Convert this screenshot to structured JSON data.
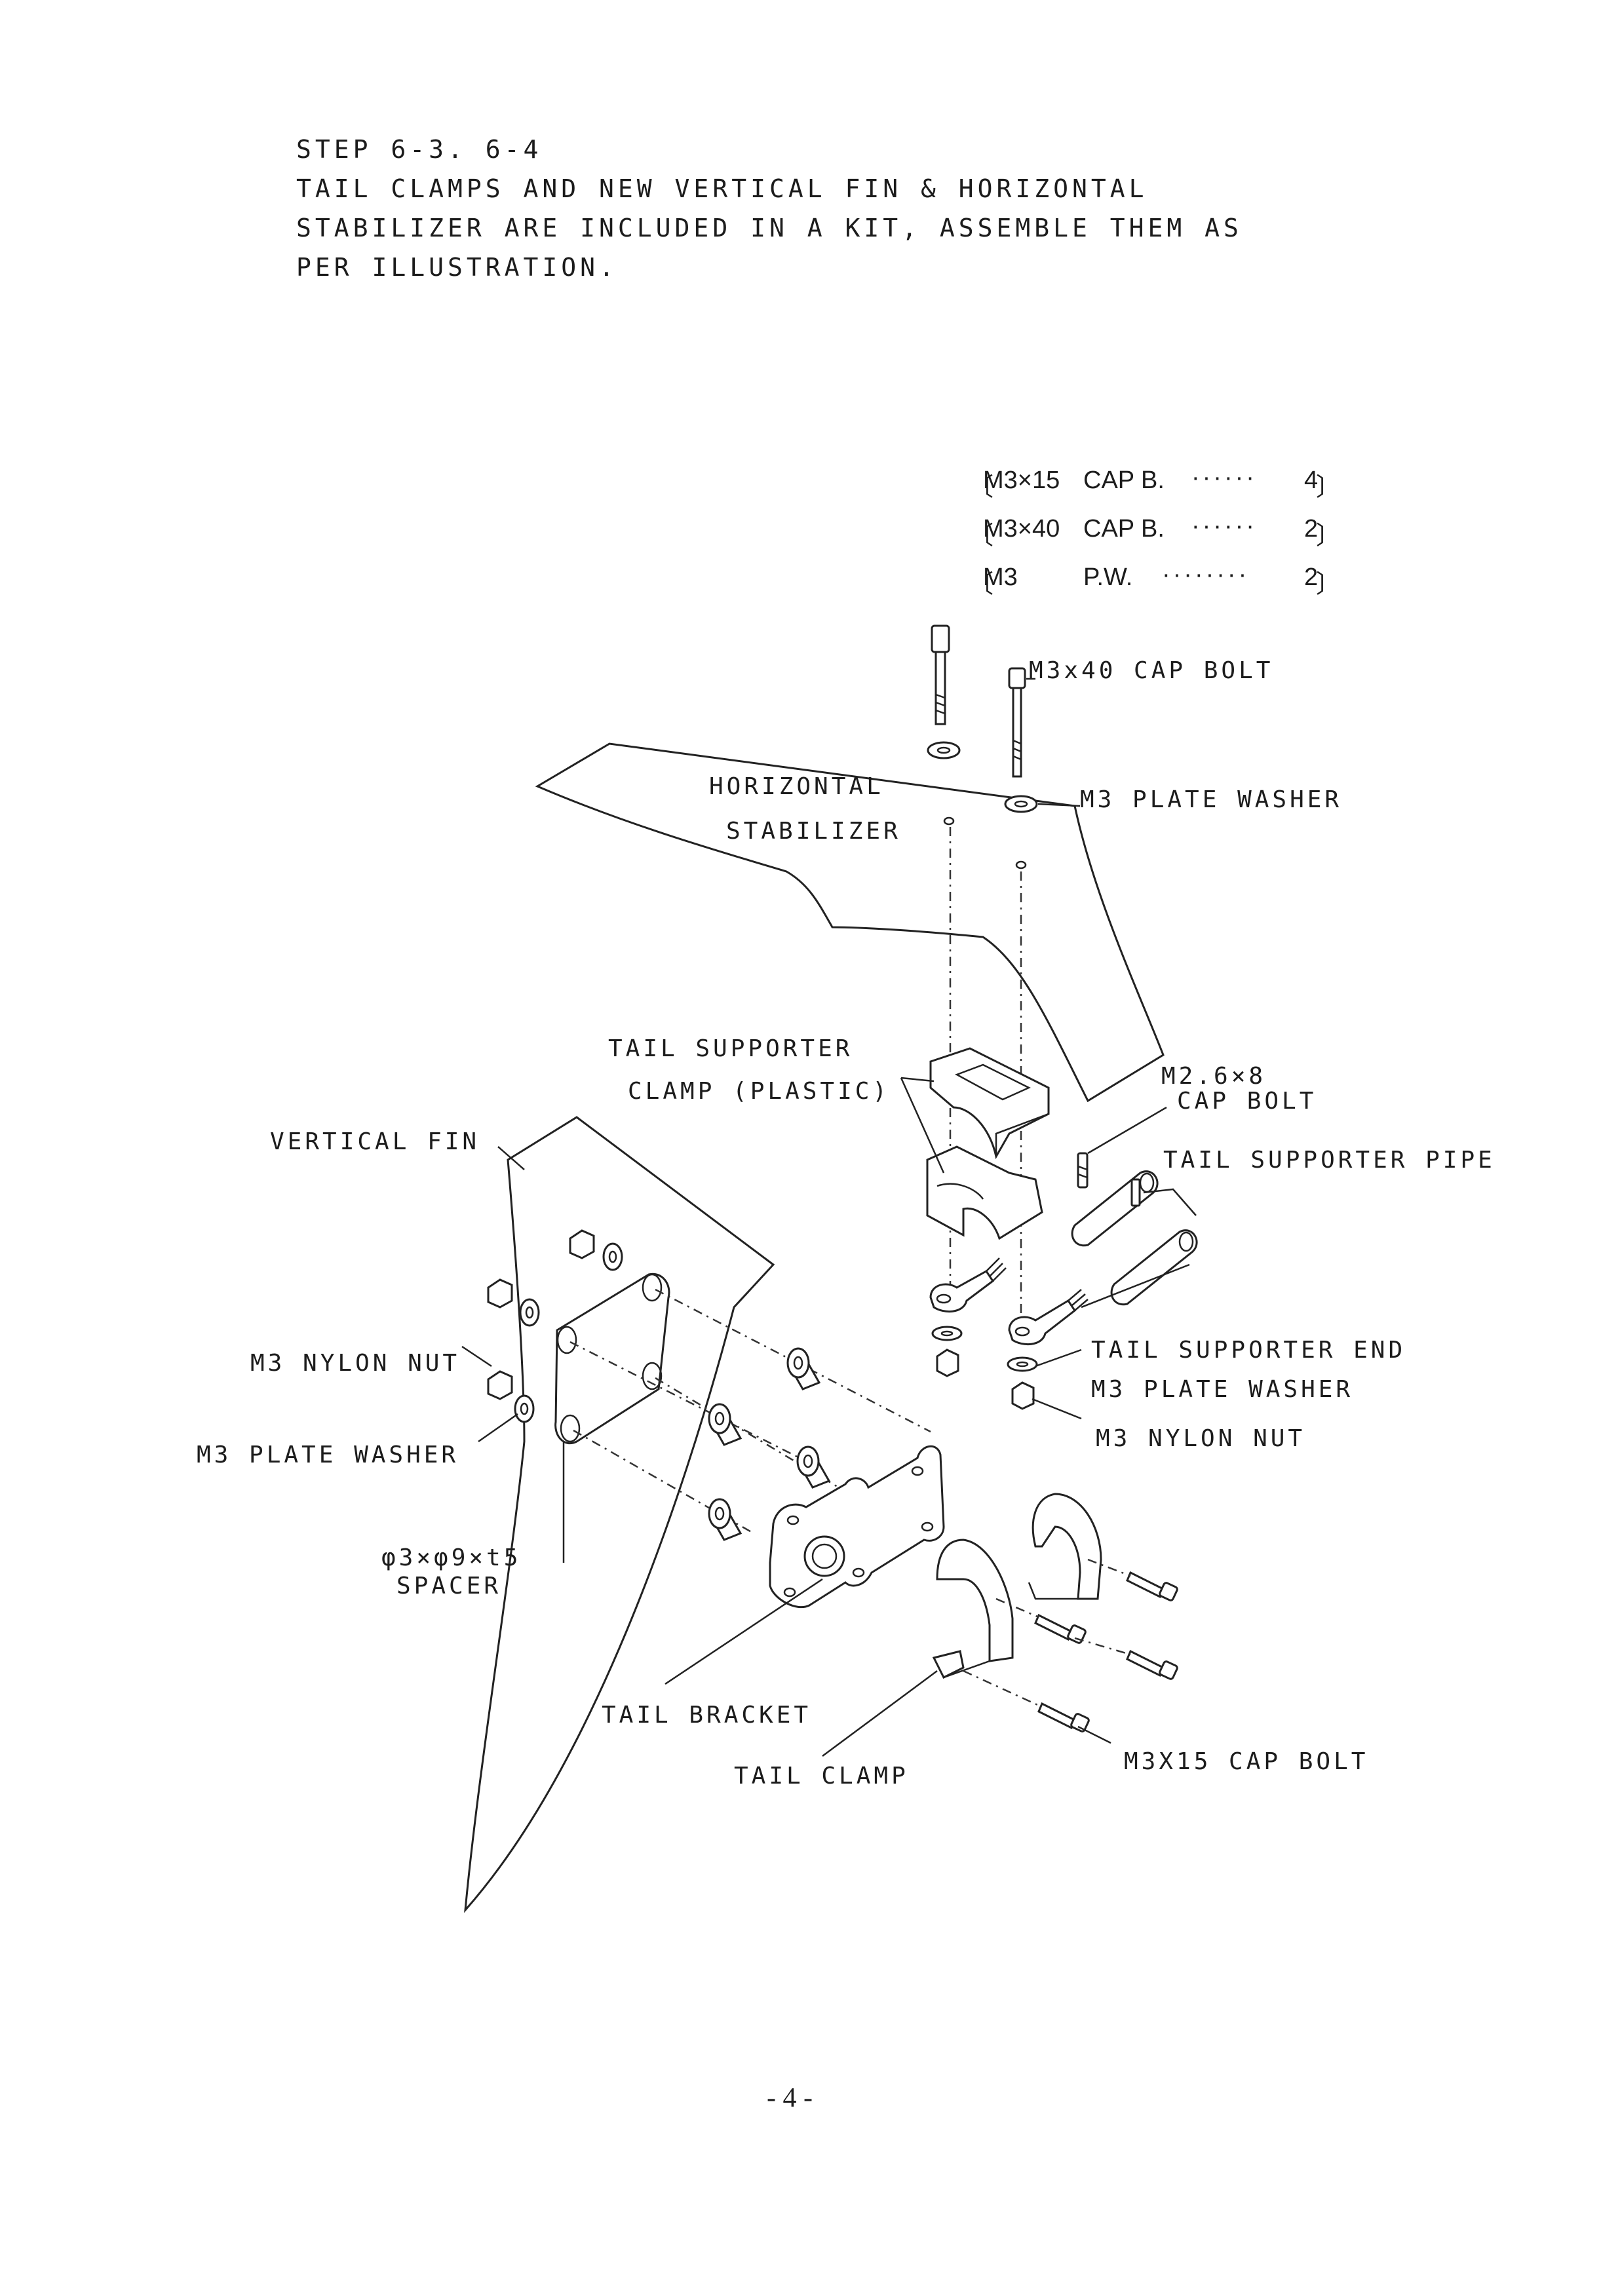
{
  "instructions": {
    "step": "STEP 6-3. 6-4",
    "lines": [
      "TAIL CLAMPS AND NEW VERTICAL FIN & HORIZONTAL",
      "STABILIZER ARE INCLUDED IN A KIT, ASSEMBLE THEM AS",
      "PER ILLUSTRATION."
    ]
  },
  "parts_list": [
    {
      "name": "M3×15",
      "kind": "CAP B.",
      "qty": "4"
    },
    {
      "name": "M3×40",
      "kind": "CAP B.",
      "qty": "2"
    },
    {
      "name": "M3",
      "kind": "P.W.",
      "qty": "2"
    }
  ],
  "labels": {
    "m3x40_cap_bolt": "M3x40 CAP BOLT",
    "horizontal_stabilizer_line1": "HORIZONTAL",
    "horizontal_stabilizer_line2": "STABILIZER",
    "m3_plate_washer_top": "M3 PLATE WASHER",
    "tail_supporter_clamp_line1": "TAIL SUPPORTER",
    "tail_supporter_clamp_line2": "CLAMP (PLASTIC)",
    "m26x8_line1": "M2.6×8",
    "m26x8_line2": "CAP BOLT",
    "tail_supporter_pipe": "TAIL SUPPORTER PIPE",
    "vertical_fin": "VERTICAL FIN",
    "tail_supporter_end": "TAIL SUPPORTER END",
    "m3_plate_washer_right": "M3 PLATE WASHER",
    "m3_nylon_nut_right": "M3 NYLON NUT",
    "m3_nylon_nut_left": "M3 NYLON NUT",
    "m3_plate_washer_left": "M3 PLATE WASHER",
    "spacer_line1": "φ3×φ9×t5",
    "spacer_line2": "SPACER",
    "tail_bracket": "TAIL BRACKET",
    "tail_clamp": "TAIL CLAMP",
    "m3x15_cap_bolt": "M3X15 CAP BOLT"
  },
  "page_number": "- 4 -"
}
